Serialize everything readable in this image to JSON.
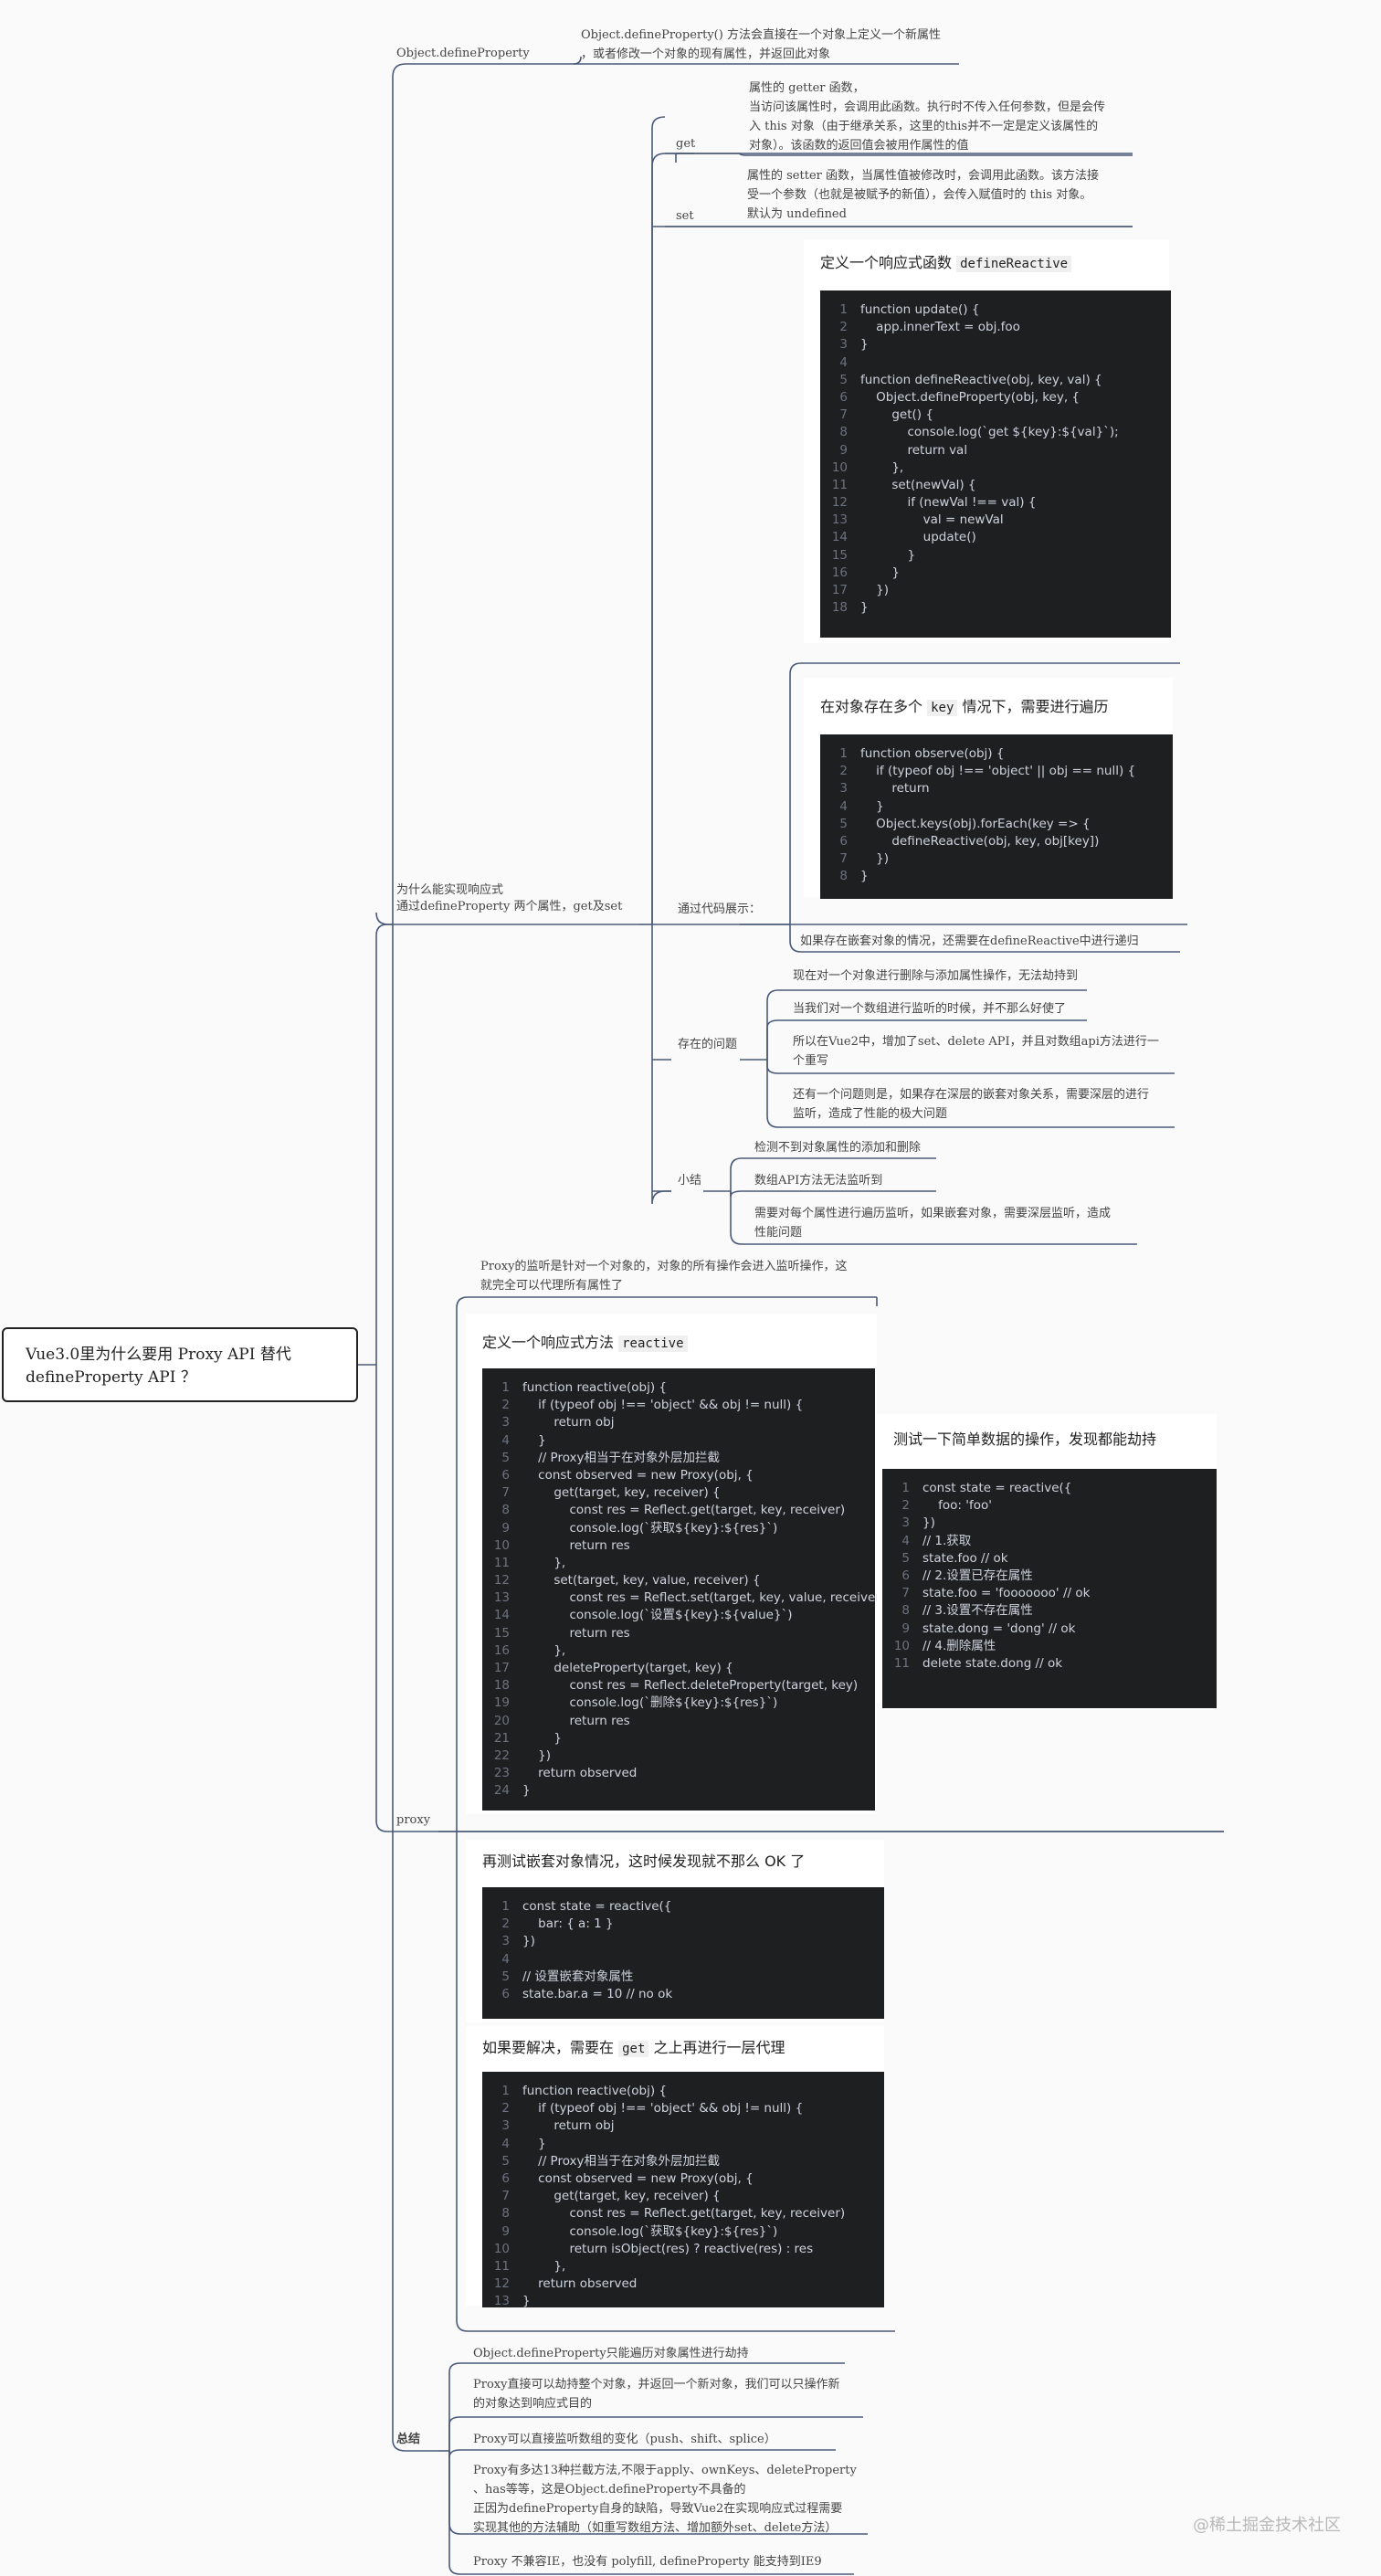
{
  "root": "Vue3.0里为什么要用 Proxy API 替代 defineProperty API ？",
  "nodes": {
    "define_property": "Object.defineProperty",
    "define_property_desc": "Object.defineProperty() 方法会直接在一个对象上定义一个新属性\n，或者修改一个对象的现有属性，并返回此对象",
    "get": "get",
    "get_desc": "属性的 getter 函数，\n当访问该属性时，会调用此函数。执行时不传入任何参数，但是会传\n入 this 对象（由于继承关系，这里的this并不一定是定义该属性的\n对象）。该函数的返回值会被用作属性的值",
    "set": "set",
    "set_desc": "属性的 setter 函数，当属性值被修改时，会调用此函数。该方法接\n受一个参数（也就是被赋予的新值），会传入赋值时的 this 对象。\n默认为 undefined",
    "why": "为什么能实现响应式\n通过defineProperty 两个属性，get及set",
    "by_code": "通过代码展示：",
    "nested_note": "如果存在嵌套对象的情况，还需要在defineReactive中进行递归",
    "problems": "存在的问题",
    "problem_items": [
      "现在对一个对象进行删除与添加属性操作，无法劫持到",
      "当我们对一个数组进行监听的时候，并不那么好使了",
      "所以在Vue2中，增加了set、delete API，并且对数组api方法进行一\n个重写",
      "还有一个问题则是，如果存在深层的嵌套对象关系，需要深层的进行\n监听，造成了性能的极大问题"
    ],
    "summary_small": "小结",
    "summary_small_items": [
      "检测不到对象属性的添加和删除",
      "数组API方法无法监听到",
      "需要对每个属性进行遍历监听，如果嵌套对象，需要深层监听，造成\n性能问题"
    ],
    "proxy_desc": "Proxy的监听是针对一个对象的，对象的所有操作会进入监听操作，这\n就完全可以代理所有属性了",
    "proxy": "proxy",
    "summary": "总结",
    "summary_items": [
      "Object.defineProperty只能遍历对象属性进行劫持",
      "Proxy直接可以劫持整个对象，并返回一个新对象，我们可以只操作新\n的对象达到响应式目的",
      "Proxy可以直接监听数组的变化（push、shift、splice）",
      "Proxy有多达13种拦截方法,不限于apply、ownKeys、deleteProperty\n、has等等，这是Object.defineProperty不具备的\n正因为defineProperty自身的缺陷，导致Vue2在实现响应式过程需要\n实现其他的方法辅助（如重写数组方法、增加额外set、delete方法）",
      "Proxy 不兼容IE，也没有 polyfill, defineProperty 能支持到IE9"
    ]
  },
  "cards": {
    "define_reactive": {
      "title": "定义一个响应式函数",
      "title_code": "defineReactive",
      "code": [
        "function update() {",
        "    app.innerText = obj.foo",
        "}",
        "",
        "function defineReactive(obj, key, val) {",
        "    Object.defineProperty(obj, key, {",
        "        get() {",
        "            console.log(`get ${key}:${val}`);",
        "            return val",
        "        },",
        "        set(newVal) {",
        "            if (newVal !== val) {",
        "                val = newVal",
        "                update()",
        "            }",
        "        }",
        "    })",
        "}"
      ]
    },
    "observe": {
      "title": "在对象存在多个",
      "title_code": "key",
      "title_suffix": "情况下，需要进行遍历",
      "code": [
        "function observe(obj) {",
        "    if (typeof obj !== 'object' || obj == null) {",
        "        return",
        "    }",
        "    Object.keys(obj).forEach(key => {",
        "        defineReactive(obj, key, obj[key])",
        "    })",
        "}"
      ]
    },
    "reactive": {
      "title": "定义一个响应式方法",
      "title_code": "reactive",
      "code": [
        "function reactive(obj) {",
        "    if (typeof obj !== 'object' && obj != null) {",
        "        return obj",
        "    }",
        "    // Proxy相当于在对象外层加拦截",
        "    const observed = new Proxy(obj, {",
        "        get(target, key, receiver) {",
        "            const res = Reflect.get(target, key, receiver)",
        "            console.log(`获取${key}:${res}`)",
        "            return res",
        "        },",
        "        set(target, key, value, receiver) {",
        "            const res = Reflect.set(target, key, value, receiver)",
        "            console.log(`设置${key}:${value}`)",
        "            return res",
        "        },",
        "        deleteProperty(target, key) {",
        "            const res = Reflect.deleteProperty(target, key)",
        "            console.log(`删除${key}:${res}`)",
        "            return res",
        "        }",
        "    })",
        "    return observed",
        "}"
      ]
    },
    "test_simple": {
      "title": "测试一下简单数据的操作，发现都能劫持",
      "code": [
        "const state = reactive({",
        "    foo: 'foo'",
        "})",
        "// 1.获取",
        "state.foo // ok",
        "// 2.设置已存在属性",
        "state.foo = 'fooooooo' // ok",
        "// 3.设置不存在属性",
        "state.dong = 'dong' // ok",
        "// 4.删除属性",
        "delete state.dong // ok"
      ]
    },
    "test_nested": {
      "title": "再测试嵌套对象情况，这时候发现就不那么 OK 了",
      "code": [
        "const state = reactive({",
        "    bar: { a: 1 }",
        "})",
        "",
        "// 设置嵌套对象属性",
        "state.bar.a = 10 // no ok"
      ]
    },
    "solve": {
      "title": "如果要解决，需要在",
      "title_code": "get",
      "title_suffix": "之上再进行一层代理",
      "code": [
        "function reactive(obj) {",
        "    if (typeof obj !== 'object' && obj != null) {",
        "        return obj",
        "    }",
        "    // Proxy相当于在对象外层加拦截",
        "    const observed = new Proxy(obj, {",
        "        get(target, key, receiver) {",
        "            const res = Reflect.get(target, key, receiver)",
        "            console.log(`获取${key}:${res}`)",
        "            return isObject(res) ? reactive(res) : res",
        "        },",
        "    return observed",
        "}"
      ]
    }
  },
  "watermark": "@稀土掘金技术社区",
  "colors": {
    "line": "#4a5a7a",
    "code_bg": "#1e1f21"
  }
}
